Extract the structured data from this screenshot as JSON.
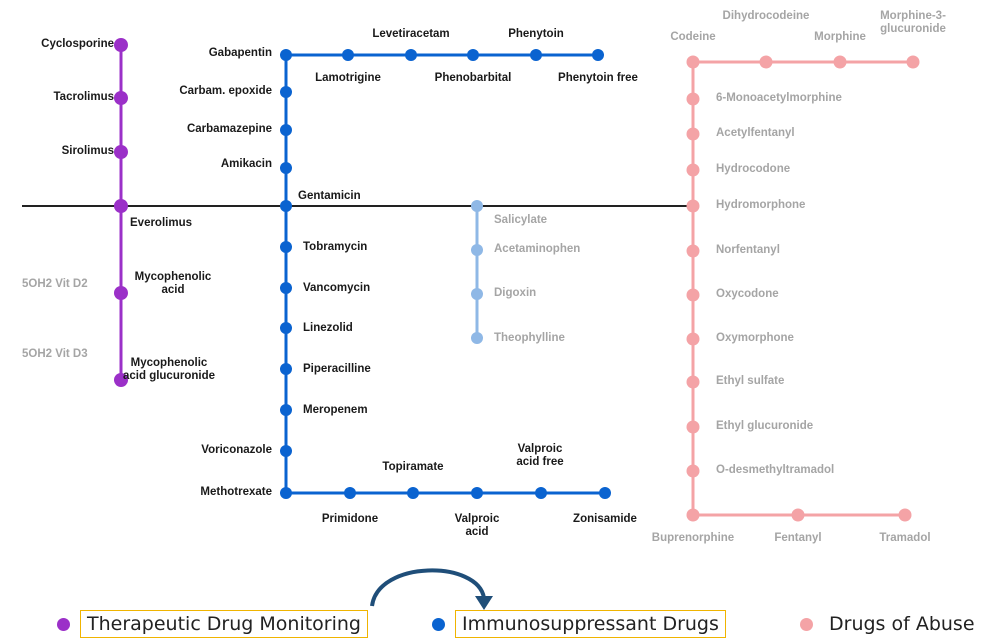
{
  "colors": {
    "purple": "#9b30c8",
    "blue": "#0a63d0",
    "light_blue": "#8fb8e6",
    "pink": "#f4a3a6",
    "black": "#222222",
    "highlight_box": "#f0b400",
    "arrow": "#1f4e79"
  },
  "purple_line": {
    "stations": [
      "Cyclosporine",
      "Tacrolimus",
      "Sirolimus",
      "Everolimus",
      "Mycophenolic acid",
      "Mycophenolic acid glucuronide"
    ]
  },
  "vitamin_labels": [
    "5OH2 Vit D2",
    "5OH2 Vit D3"
  ],
  "blue_line": {
    "top_branch": [
      "Gabapentin",
      "Lamotrigine",
      "Levetiracetam",
      "Phenobarbital",
      "Phenytoin",
      "Phenytoin free"
    ],
    "trunk": [
      "Carbam. epoxide",
      "Carbamazepine",
      "Amikacin",
      "Gentamicin",
      "Tobramycin",
      "Vancomycin",
      "Linezolid",
      "Piperacilline",
      "Meropenem",
      "Voriconazole"
    ],
    "bottom_branch": [
      "Methotrexate",
      "Primidone",
      "Topiramate",
      "Valproic acid",
      "Valproic acid free",
      "Zonisamide"
    ]
  },
  "light_blue_line": {
    "stations": [
      "Salicylate",
      "Acetaminophen",
      "Digoxin",
      "Theophylline"
    ]
  },
  "pink_line": {
    "top_branch": [
      "Codeine",
      "Dihydrocodeine",
      "Morphine",
      "Morphine-3-glucuronide"
    ],
    "trunk": [
      "6-Monoacetylmorphine",
      "Acetylfentanyl",
      "Hydrocodone",
      "Hydromorphone",
      "Norfentanyl",
      "Oxycodone",
      "Oxymorphone",
      "Ethyl sulfate",
      "Ethyl glucuronide",
      "O-desmethyltramadol"
    ],
    "bottom_branch": [
      "Buprenorphine",
      "Fentanyl",
      "Tramadol"
    ]
  },
  "legend": [
    {
      "label": "Therapeutic Drug Monitoring",
      "color": "#9b30c8",
      "highlighted": true
    },
    {
      "label": "Immunosuppressant Drugs",
      "color": "#0a63d0",
      "highlighted": true
    },
    {
      "label": "Drugs of Abuse",
      "color": "#f4a3a6",
      "highlighted": false
    }
  ]
}
